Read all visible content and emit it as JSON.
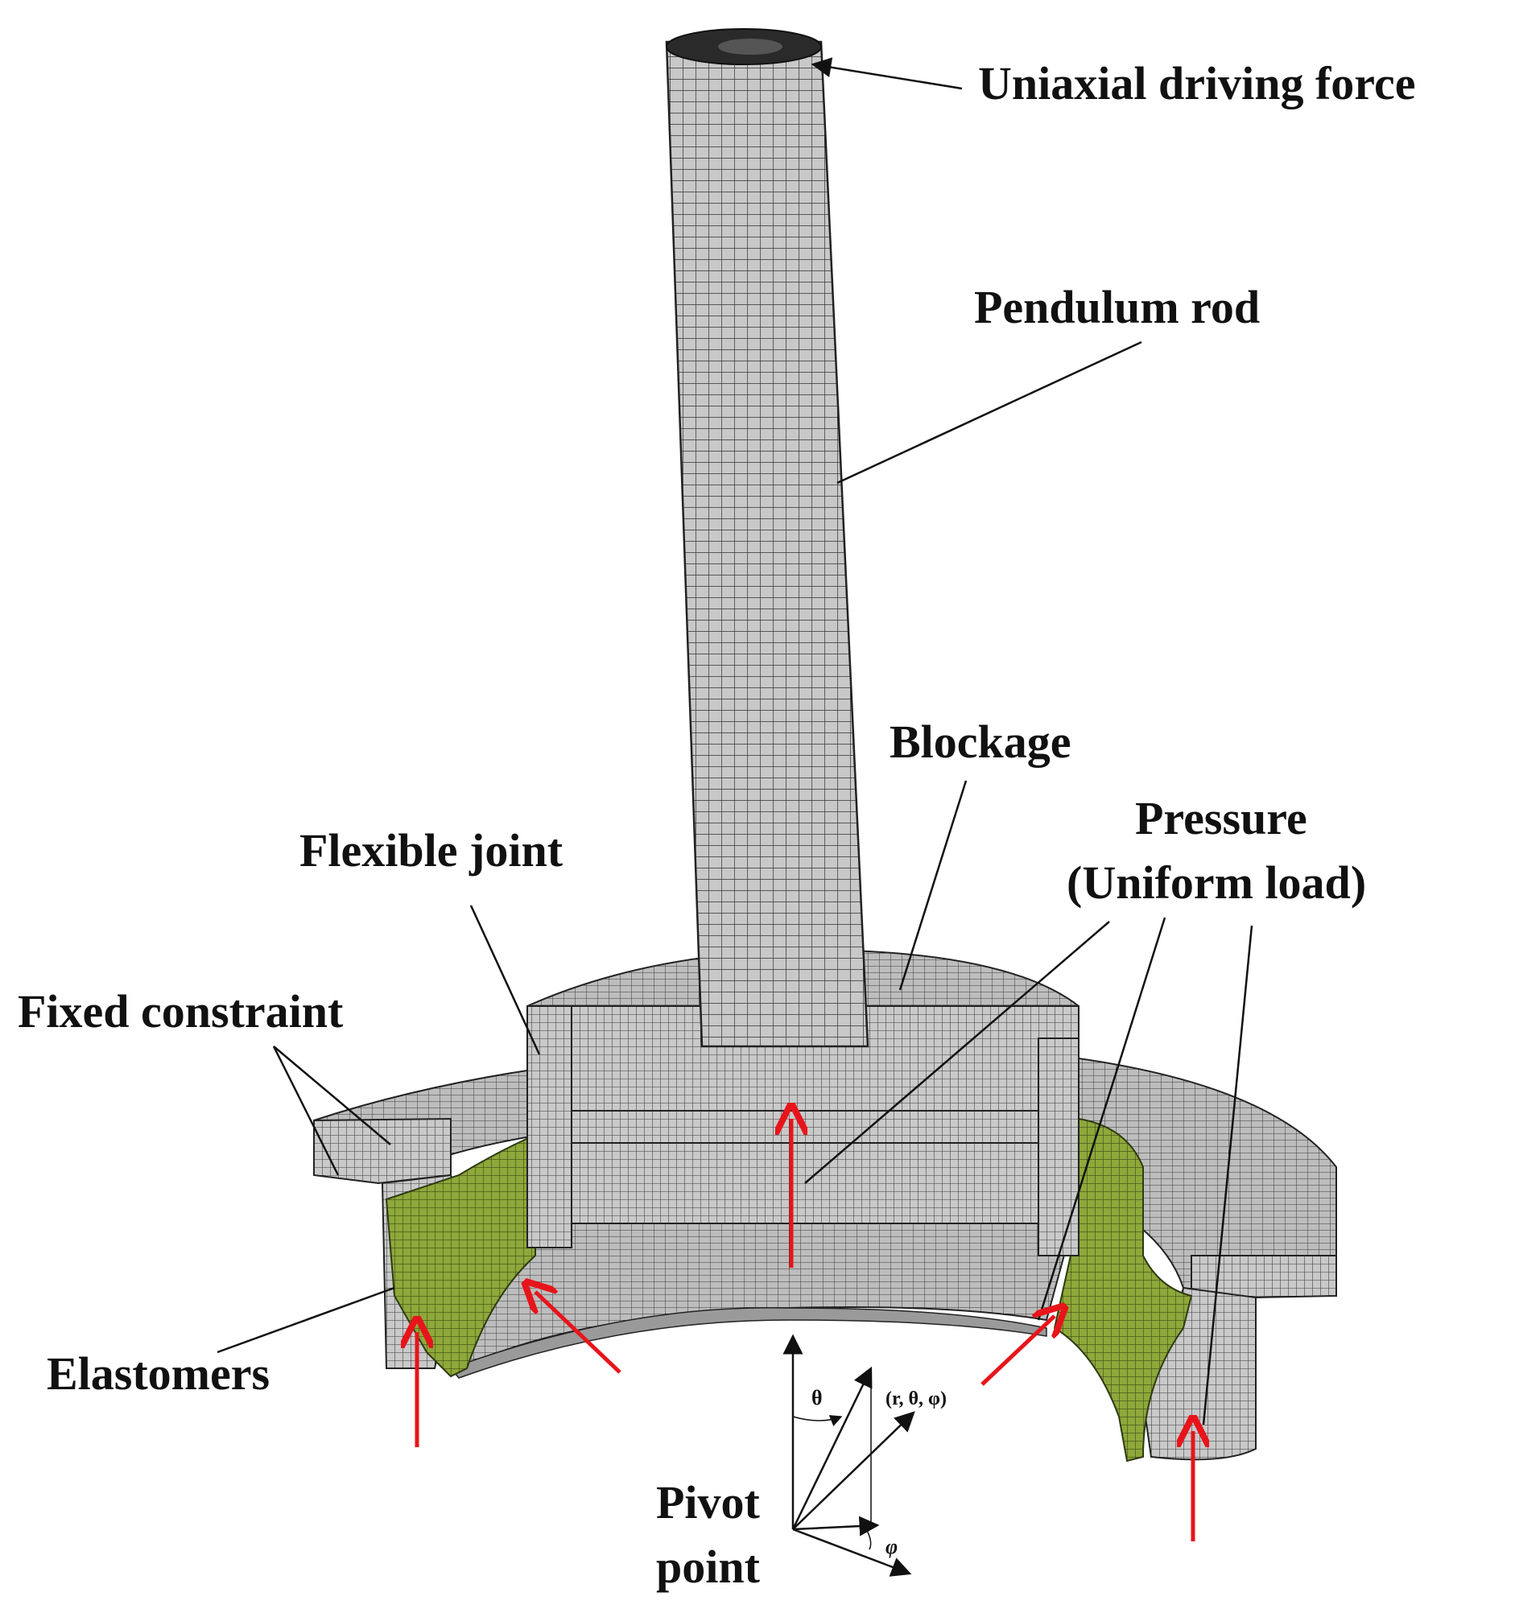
{
  "labels": {
    "driving_force": "Uniaxial driving force",
    "pendulum_rod": "Pendulum rod",
    "blockage": "Blockage",
    "pressure_line1": "Pressure",
    "pressure_line2": "(Uniform load)",
    "flexible_joint": "Flexible joint",
    "fixed_constraint": "Fixed constraint",
    "elastomers": "Elastomers",
    "pivot_line1": "Pivot",
    "pivot_line2": "point"
  },
  "coords": {
    "theta": "θ",
    "phi": "φ",
    "point": "(r, θ, φ)"
  },
  "colors": {
    "mesh_fill": "#c9c9c9",
    "mesh_line": "#3a3a3a",
    "elastomer": "#8ea83a",
    "arrow_red": "#e8141b",
    "leader": "#111111"
  }
}
